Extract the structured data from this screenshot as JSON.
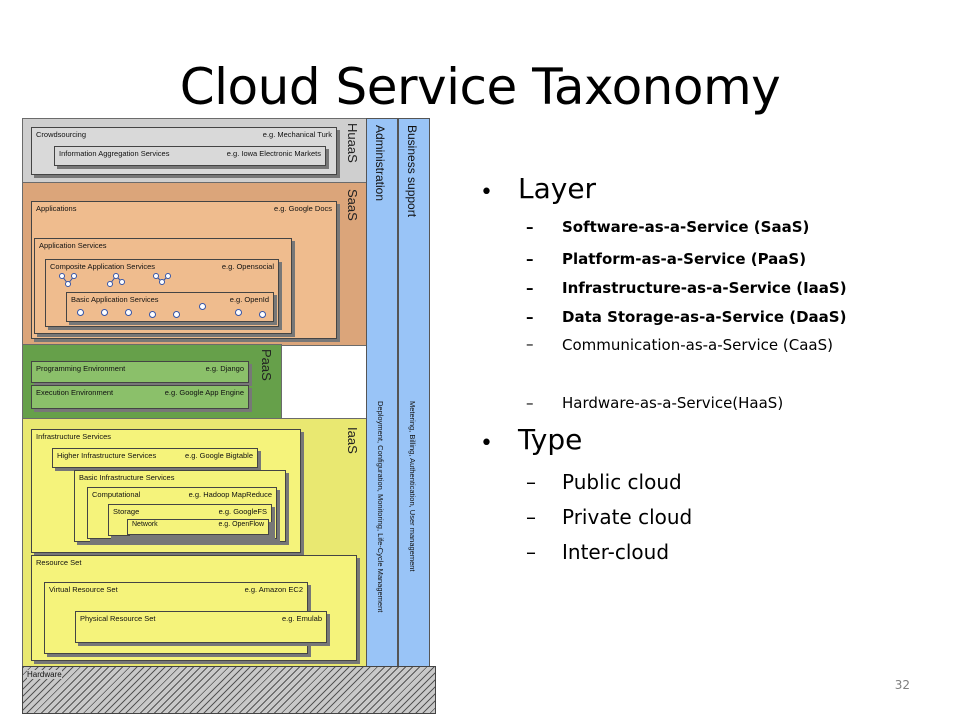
{
  "slide": {
    "title": "Cloud Service Taxonomy",
    "page_number": "32"
  },
  "bullets": [
    {
      "label": "Layer",
      "items": [
        "Software-as-a-Service (SaaS)",
        "Platform-as-a-Service (PaaS)",
        "Infrastructure-as-a-Service (IaaS)",
        "Data Storage-as-a-Service (DaaS)",
        "Communication-as-a-Service (CaaS)",
        "Hardware-as-a-Service(HaaS)"
      ]
    },
    {
      "label": "Type",
      "items": [
        "Public cloud",
        "Private cloud",
        "Inter-cloud"
      ]
    }
  ],
  "diagram": {
    "layers": {
      "huaas": "HuaaS",
      "saas": "SaaS",
      "paas": "PaaS",
      "iaas": "IaaS"
    },
    "columns": {
      "administration": "Administration",
      "administration_detail": "Deployment, Configuration, Monitoring, Life-Cycle Management",
      "business": "Business support",
      "business_detail": "Metering, Billing, Authentication, User management"
    },
    "boxes": {
      "crowdsourcing": "Crowdsourcing",
      "crowdsourcing_eg": "e.g. Mechanical Turk",
      "info_agg": "Information Aggregation Services",
      "info_agg_eg": "e.g. Iowa Electronic Markets",
      "applications": "Applications",
      "applications_eg": "e.g. Google Docs",
      "app_services": "Application Services",
      "composite": "Composite Application Services",
      "composite_eg": "e.g. Opensocial",
      "basic_app": "Basic Application Services",
      "basic_app_eg": "e.g. OpenId",
      "prog_env": "Programming Environment",
      "prog_env_eg": "e.g. Django",
      "exec_env": "Execution Environment",
      "exec_env_eg": "e.g. Google App Engine",
      "infra_services": "Infrastructure Services",
      "higher_infra": "Higher Infrastructure Services",
      "higher_infra_eg": "e.g. Google Bigtable",
      "basic_infra": "Basic Infrastructure Services",
      "computational": "Computational",
      "computational_eg": "e.g. Hadoop MapReduce",
      "storage": "Storage",
      "storage_eg": "e.g. GoogleFS",
      "network": "Network",
      "network_eg": "e.g. OpenFlow",
      "resource_set": "Resource Set",
      "virtual_rs": "Virtual Resource Set",
      "virtual_rs_eg": "e.g. Amazon EC2",
      "physical_rs": "Physical Resource Set",
      "physical_rs_eg": "e.g. Emulab",
      "hardware": "Hardware"
    },
    "colors": {
      "huaas": "#cfcfcf",
      "saas": "#dba57a",
      "saas_box": "#efbc8e",
      "paas": "#66a04a",
      "paas_box": "#8bc06a",
      "iaas": "#e9e871",
      "iaas_box": "#f5f37b",
      "columns": "#99c4f7"
    }
  }
}
